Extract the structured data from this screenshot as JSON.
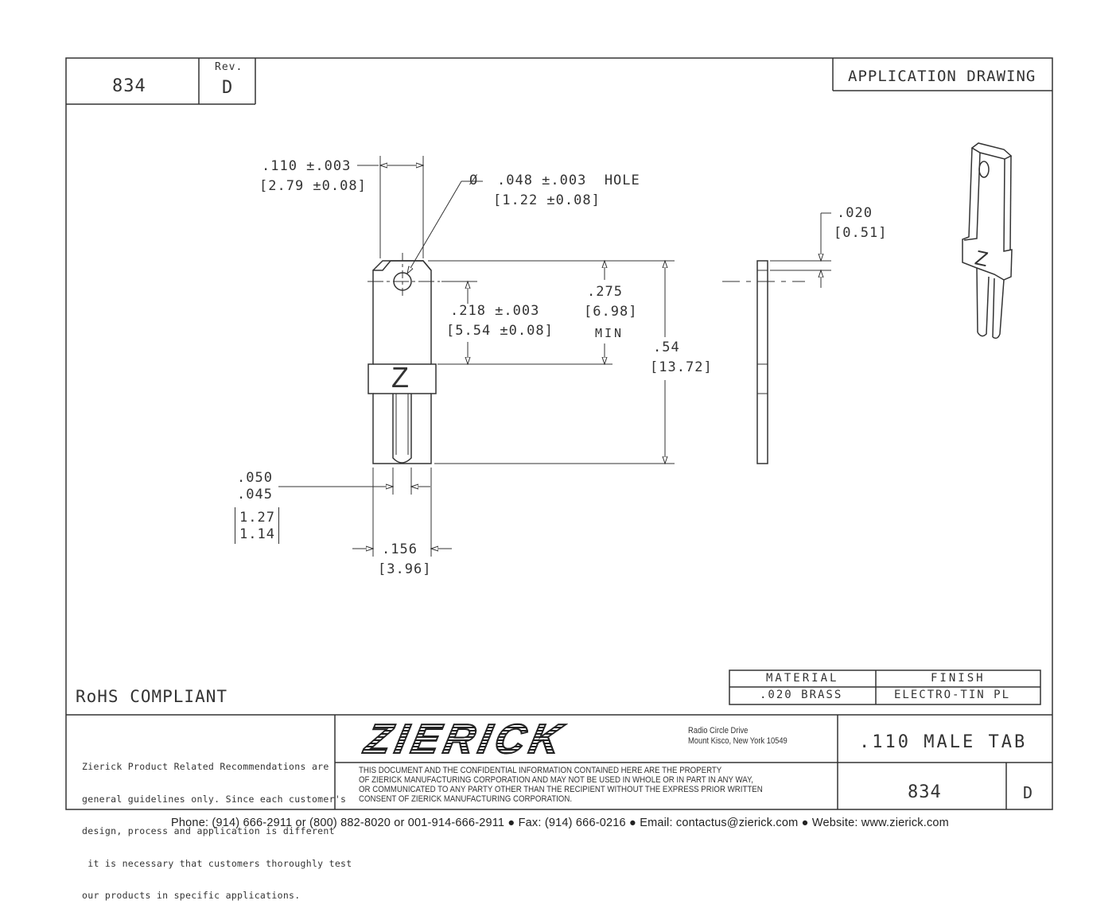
{
  "header": {
    "part_number": "834",
    "rev_label": "Rev.",
    "rev_value": "D",
    "doc_type": "APPLICATION DRAWING"
  },
  "dimensions": {
    "tab_width_in": ".110 ±.003",
    "tab_width_mm": "2.79 ±0.08",
    "hole_symbol": "Ø",
    "hole_in": ".048 ±.003  HOLE",
    "hole_mm": "1.22 ±0.08",
    "hole_pos_in": ".218 ±.003",
    "hole_pos_mm": "5.54 ±0.08",
    "min_len_in": ".275",
    "min_len_mm": "6.98",
    "min_label": "MIN",
    "total_len_in": ".54",
    "total_len_mm": "13.72",
    "slot_in_max": ".050",
    "slot_in_min": ".045",
    "slot_mm_max": "1.27",
    "slot_mm_min": "1.14",
    "leg_width_in": ".156",
    "leg_width_mm": "3.96",
    "thickness_in": ".020",
    "thickness_mm": "0.51",
    "stamp_letter": "Z"
  },
  "rohs": "RoHS COMPLIANT",
  "material_table": {
    "material_label": "MATERIAL",
    "finish_label": "FINISH",
    "material_value": ".020 BRASS",
    "finish_value": "ELECTRO-TIN PL"
  },
  "title_block": {
    "disclaimer": [
      "Zierick Product Related Recommendations are",
      "general guidelines only. Since each customer's",
      "design, process and application is different",
      " it is necessary that customers thoroughly test",
      "our products in specific applications."
    ],
    "logo": "ZIERICK",
    "address_line1": "Radio Circle Drive",
    "address_line2": "Mount Kisco, New York 10549",
    "confidential": [
      "THIS DOCUMENT AND THE CONFIDENTIAL INFORMATION CONTAINED HERE ARE THE PROPERTY",
      "OF ZIERICK MANUFACTURING CORPORATION AND MAY NOT BE USED IN WHOLE OR IN PART IN ANY WAY,",
      "OR COMMUNICATED TO ANY PARTY OTHER THAN THE RECIPIENT WITHOUT THE EXPRESS PRIOR WRITTEN",
      "CONSENT OF ZIERICK MANUFACTURING CORPORATION."
    ],
    "title": ".110 MALE TAB",
    "part_number": "834",
    "rev": "D"
  },
  "footer": "Phone: (914) 666-2911 or (800) 882-8020 or 001-914-666-2911 ● Fax: (914) 666-0216 ● Email: contactus@zierick.com ● Website: www.zierick.com"
}
